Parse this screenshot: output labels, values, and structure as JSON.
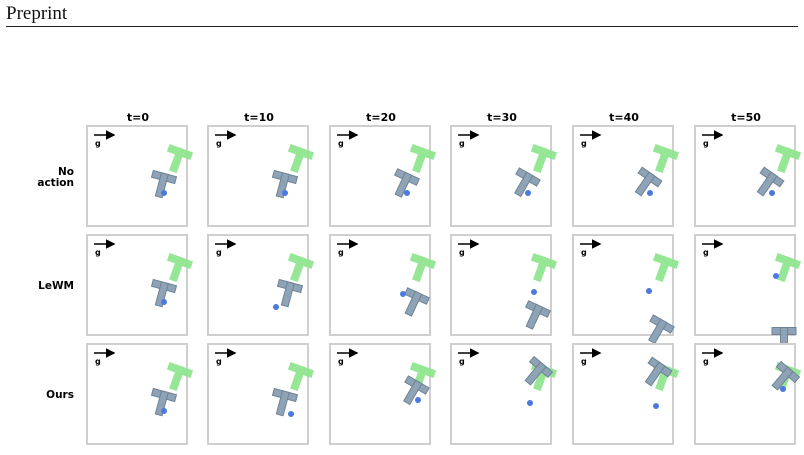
{
  "header": {
    "text": "Preprint"
  },
  "figure": {
    "columns": [
      "t=0",
      "t=10",
      "t=20",
      "t=30",
      "t=40",
      "t=50"
    ],
    "rows": [
      {
        "label_lines": [
          "No",
          "action"
        ],
        "frames": [
          {
            "t_block": [
              76,
              50,
              15
            ],
            "ball": [
              76,
              66
            ]
          },
          {
            "t_block": [
              76,
              50,
              15
            ],
            "ball": [
              76,
              66
            ]
          },
          {
            "t_block": [
              76,
              50,
              25
            ],
            "ball": [
              76,
              66
            ]
          },
          {
            "t_block": [
              76,
              50,
              30
            ],
            "ball": [
              76,
              66
            ]
          },
          {
            "t_block": [
              76,
              50,
              35
            ],
            "ball": [
              76,
              66
            ]
          },
          {
            "t_block": [
              76,
              50,
              35
            ],
            "ball": [
              76,
              66
            ]
          }
        ]
      },
      {
        "label_lines": [
          "LeWM"
        ],
        "frames": [
          {
            "t_block": [
              76,
              50,
              15
            ],
            "ball": [
              76,
              66
            ]
          },
          {
            "t_block": [
              81,
              50,
              15
            ],
            "ball": [
              67,
              71
            ]
          },
          {
            "t_block": [
              86,
              60,
              25
            ],
            "ball": [
              72,
              58
            ]
          },
          {
            "t_block": [
              86,
              73,
              25
            ],
            "ball": [
              82,
              56
            ]
          },
          {
            "t_block": [
              88,
              88,
              30
            ],
            "ball": [
              75,
              55
            ]
          },
          {
            "t_block": [
              88,
              95,
              0
            ],
            "ball": [
              80,
              40
            ]
          }
        ]
      },
      {
        "label_lines": [
          "Ours"
        ],
        "frames": [
          {
            "t_block": [
              76,
              50,
              15
            ],
            "ball": [
              76,
              66
            ]
          },
          {
            "t_block": [
              76,
              50,
              15
            ],
            "ball": [
              82,
              69
            ]
          },
          {
            "t_block": [
              86,
              40,
              30
            ],
            "ball": [
              87,
              55
            ]
          },
          {
            "t_block": [
              89,
              22,
              40
            ],
            "ball": [
              78,
              58
            ]
          },
          {
            "t_block": [
              86,
              22,
              35
            ],
            "ball": [
              82,
              61
            ]
          },
          {
            "t_block": [
              92,
              27,
              40
            ],
            "ball": [
              87,
              44
            ]
          }
        ]
      }
    ],
    "gravity_label": "g",
    "goal_t": [
      92,
      25,
      20
    ],
    "colors": {
      "goal": "#90e590",
      "block_fill": "#8fa3b6",
      "block_stroke": "#6f8397",
      "ball": "#4a7ae0",
      "frame_border": "#cfcfcf"
    }
  }
}
